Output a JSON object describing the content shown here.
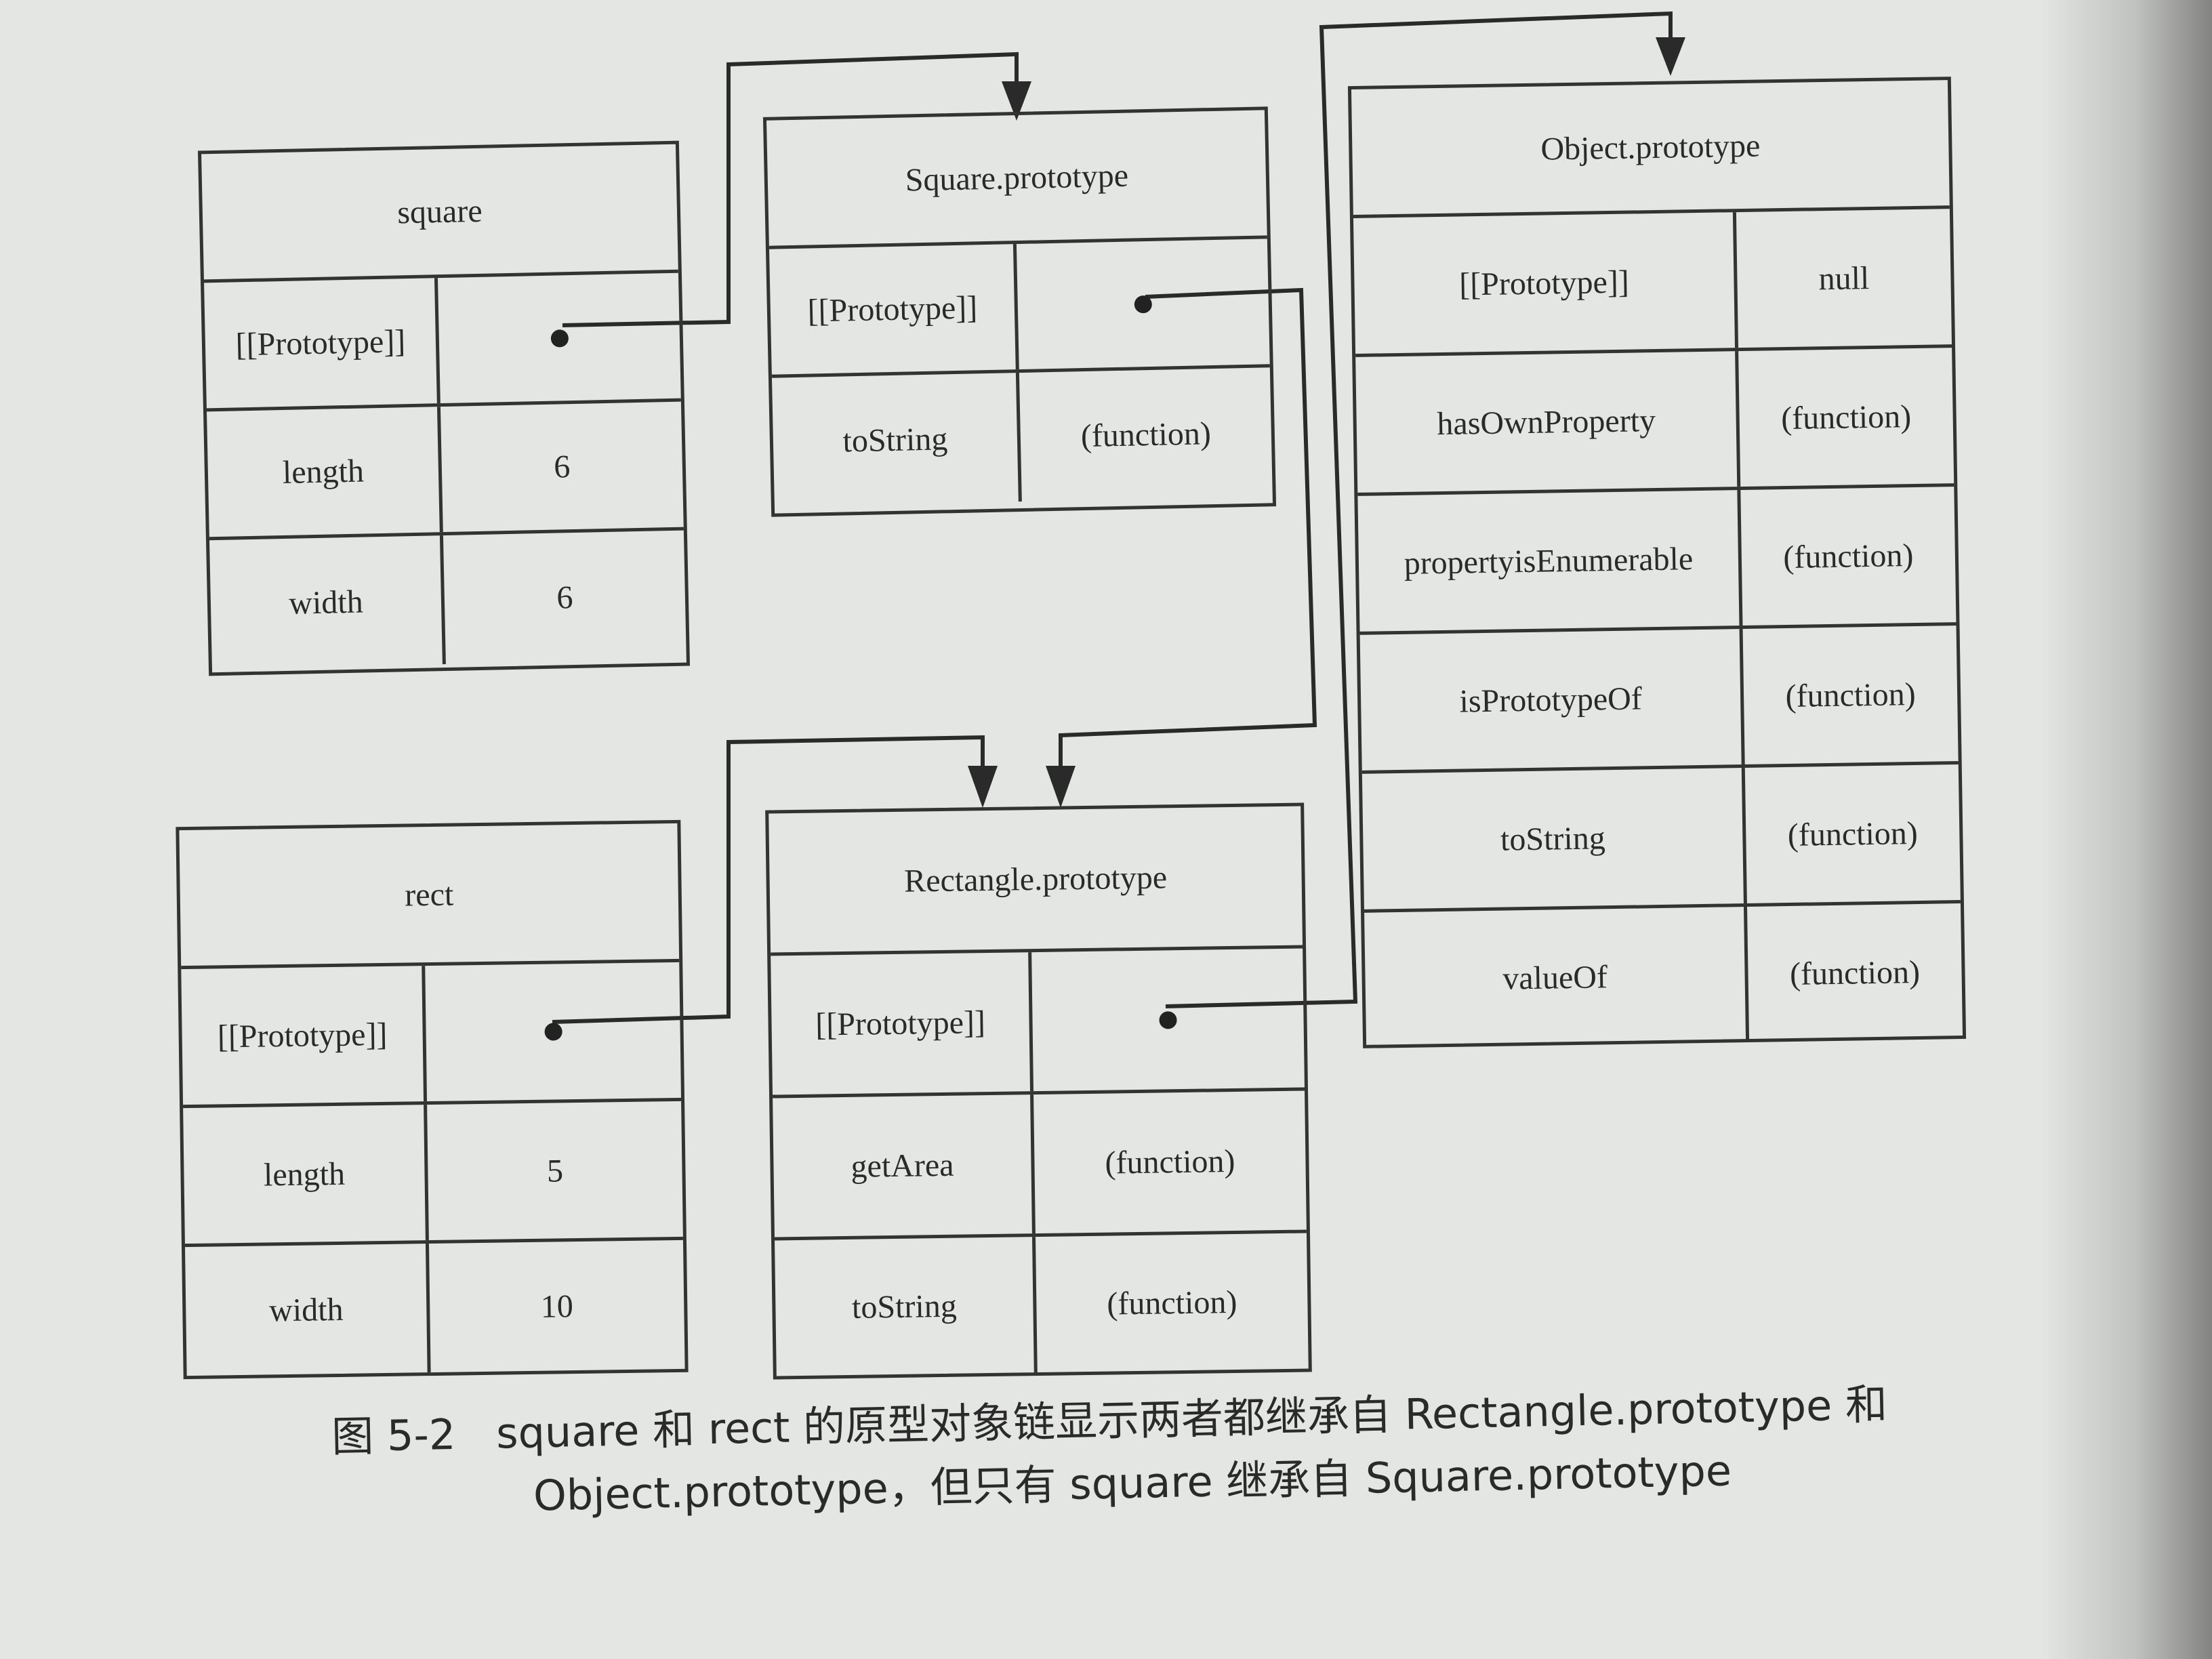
{
  "boxes": {
    "square": {
      "title": "square",
      "rows": [
        {
          "key": "[[Prototype]]",
          "value": ""
        },
        {
          "key": "length",
          "value": "6"
        },
        {
          "key": "width",
          "value": "6"
        }
      ]
    },
    "square_prototype": {
      "title": "Square.prototype",
      "rows": [
        {
          "key": "[[Prototype]]",
          "value": ""
        },
        {
          "key": "toString",
          "value": "(function)"
        }
      ]
    },
    "object_prototype": {
      "title": "Object.prototype",
      "rows": [
        {
          "key": "[[Prototype]]",
          "value": "null"
        },
        {
          "key": "hasOwnProperty",
          "value": "(function)"
        },
        {
          "key": "propertyisEnumerable",
          "value": "(function)"
        },
        {
          "key": "isPrototypeOf",
          "value": "(function)"
        },
        {
          "key": "toString",
          "value": "(function)"
        },
        {
          "key": "valueOf",
          "value": "(function)"
        }
      ]
    },
    "rect": {
      "title": "rect",
      "rows": [
        {
          "key": "[[Prototype]]",
          "value": ""
        },
        {
          "key": "length",
          "value": "5"
        },
        {
          "key": "width",
          "value": "10"
        }
      ]
    },
    "rectangle_prototype": {
      "title": "Rectangle.prototype",
      "rows": [
        {
          "key": "[[Prototype]]",
          "value": ""
        },
        {
          "key": "getArea",
          "value": "(function)"
        },
        {
          "key": "toString",
          "value": "(function)"
        }
      ]
    }
  },
  "caption": {
    "figure_number": "图 5-2",
    "line1": "square 和 rect 的原型对象链显示两者都继承自 Rectangle.prototype 和",
    "line2": "Object.prototype，但只有 square 继承自 Square.prototype"
  }
}
